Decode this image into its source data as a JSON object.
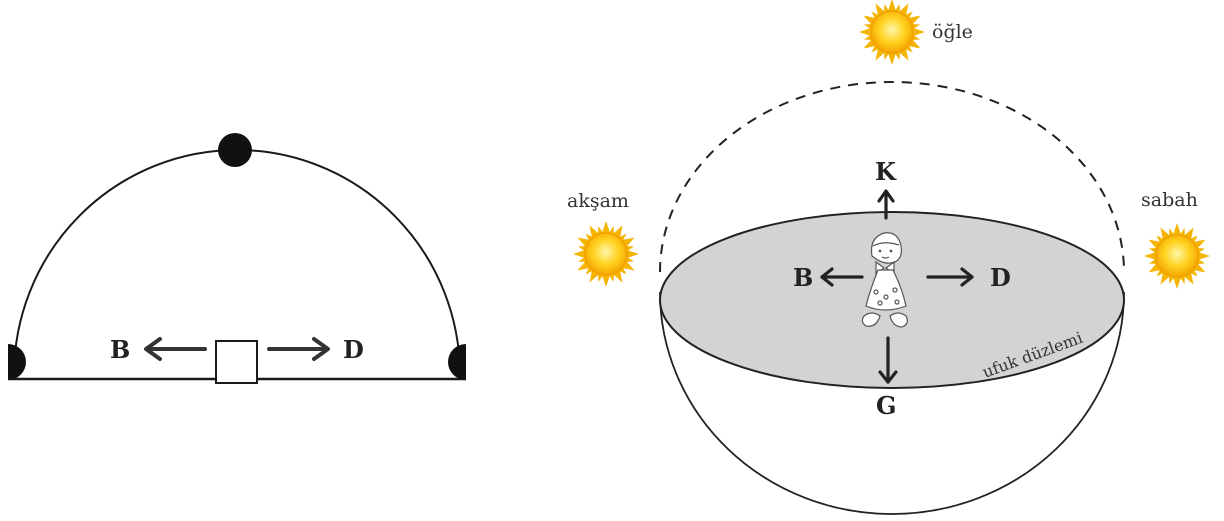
{
  "left_diagram": {
    "west_label": "B",
    "east_label": "D"
  },
  "right_diagram": {
    "north_label": "K",
    "south_label": "G",
    "west_label": "B",
    "east_label": "D",
    "noon_label": "öğle",
    "evening_label": "akşam",
    "morning_label": "sabah",
    "horizon_label": "ufuk düzlemi"
  },
  "colors": {
    "sun_core": "#ffd21f",
    "sun_rays": "#f4b400",
    "horizon_plane": "#d3d3d3",
    "ink": "#1a1a1a"
  }
}
